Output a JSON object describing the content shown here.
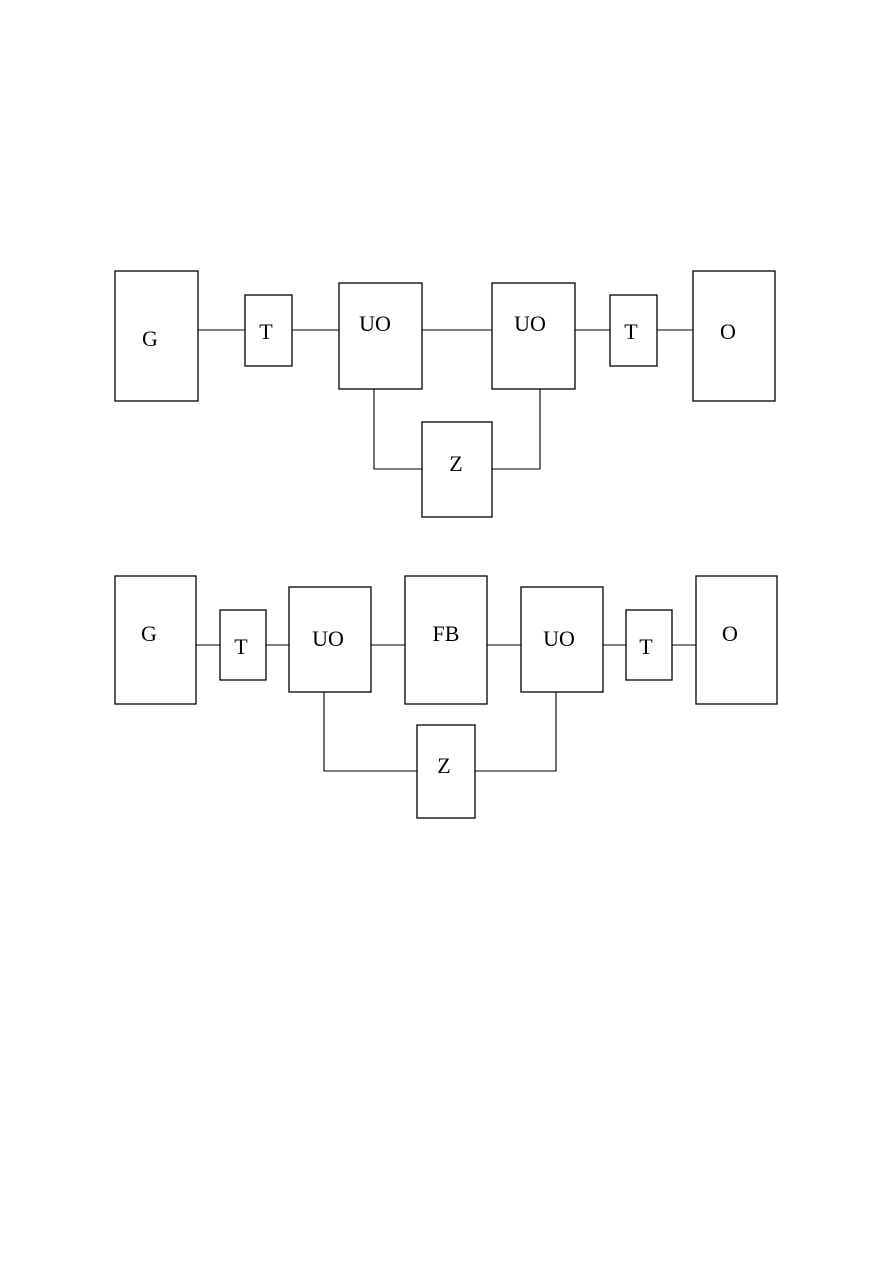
{
  "diagrams": [
    {
      "id": "diagram-1",
      "blocks": [
        {
          "id": "g",
          "label": "G"
        },
        {
          "id": "t1",
          "label": "T"
        },
        {
          "id": "uo1",
          "label": "UO"
        },
        {
          "id": "uo2",
          "label": "UO"
        },
        {
          "id": "t2",
          "label": "T"
        },
        {
          "id": "o",
          "label": "O"
        },
        {
          "id": "z",
          "label": "Z"
        }
      ],
      "connections": [
        [
          "g",
          "t1"
        ],
        [
          "t1",
          "uo1"
        ],
        [
          "uo1",
          "uo2"
        ],
        [
          "uo2",
          "t2"
        ],
        [
          "t2",
          "o"
        ],
        [
          "uo1",
          "z"
        ],
        [
          "uo2",
          "z"
        ]
      ]
    },
    {
      "id": "diagram-2",
      "blocks": [
        {
          "id": "g",
          "label": "G"
        },
        {
          "id": "t1",
          "label": "T"
        },
        {
          "id": "uo1",
          "label": "UO"
        },
        {
          "id": "fb",
          "label": "FB"
        },
        {
          "id": "uo2",
          "label": "UO"
        },
        {
          "id": "t2",
          "label": "T"
        },
        {
          "id": "o",
          "label": "O"
        },
        {
          "id": "z",
          "label": "Z"
        }
      ],
      "connections": [
        [
          "g",
          "t1"
        ],
        [
          "t1",
          "uo1"
        ],
        [
          "uo1",
          "fb"
        ],
        [
          "fb",
          "uo2"
        ],
        [
          "uo2",
          "t2"
        ],
        [
          "t2",
          "o"
        ],
        [
          "uo1",
          "z"
        ],
        [
          "uo2",
          "z"
        ]
      ]
    }
  ],
  "colors": {
    "line": "#000000",
    "background": "#ffffff"
  }
}
